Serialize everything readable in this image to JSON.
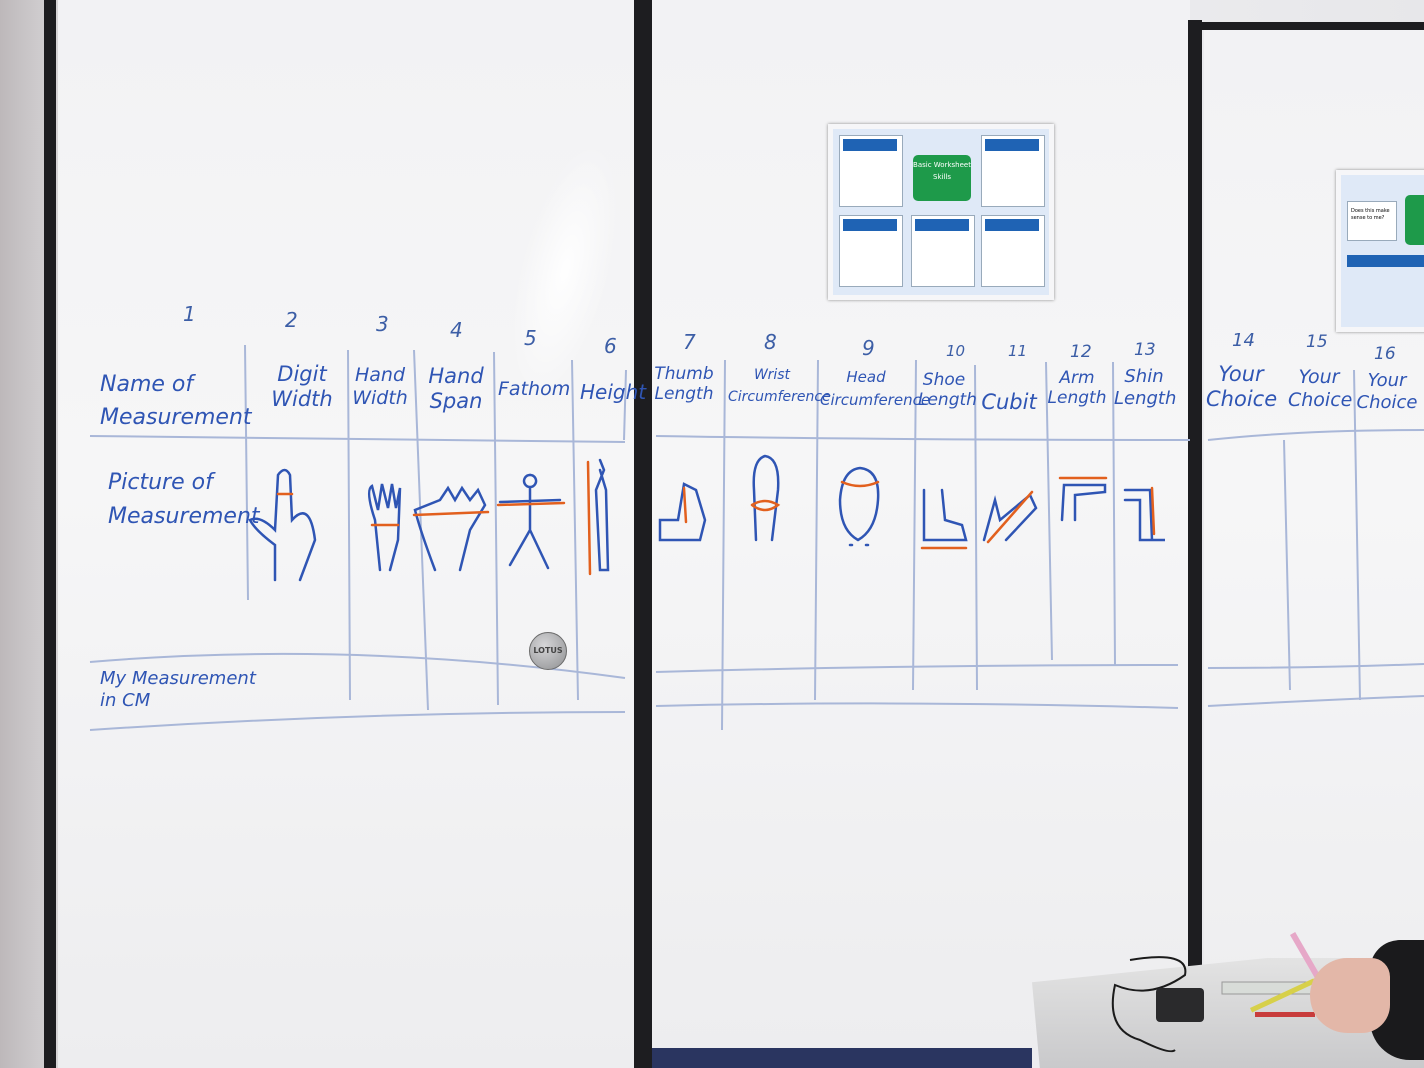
{
  "board": {
    "column_numbers": [
      "1",
      "2",
      "3",
      "4",
      "5",
      "6",
      "7",
      "8",
      "9",
      "10",
      "11",
      "12",
      "13",
      "14",
      "15",
      "16"
    ],
    "row_labels": {
      "name": "Name of Measurement",
      "picture": "Picture of Measurement",
      "measurement": "My Measurement in CM"
    },
    "columns": [
      {
        "label": "Digit Width"
      },
      {
        "label": "Hand Width"
      },
      {
        "label": "Hand Span"
      },
      {
        "label": "Fathom"
      },
      {
        "label": "Height"
      },
      {
        "label": "Thumb Length"
      },
      {
        "label": "Wrist Circumference"
      },
      {
        "label": "Head Circumference"
      },
      {
        "label": "Shoe Length"
      },
      {
        "label": "Cubit"
      },
      {
        "label": "Arm Length"
      },
      {
        "label": "Shin Length"
      },
      {
        "label": "Your Choice"
      },
      {
        "label": "Your Choice"
      },
      {
        "label": "Your Choice"
      }
    ],
    "ink_color": "#2f55b4",
    "arrow_color": "#e2601e"
  },
  "magnet": {
    "label": "LOTUS"
  },
  "poster_main": {
    "center": "Basic Worksheet Skills"
  },
  "poster_side": {
    "bubble": "Does this make sense to me?"
  }
}
